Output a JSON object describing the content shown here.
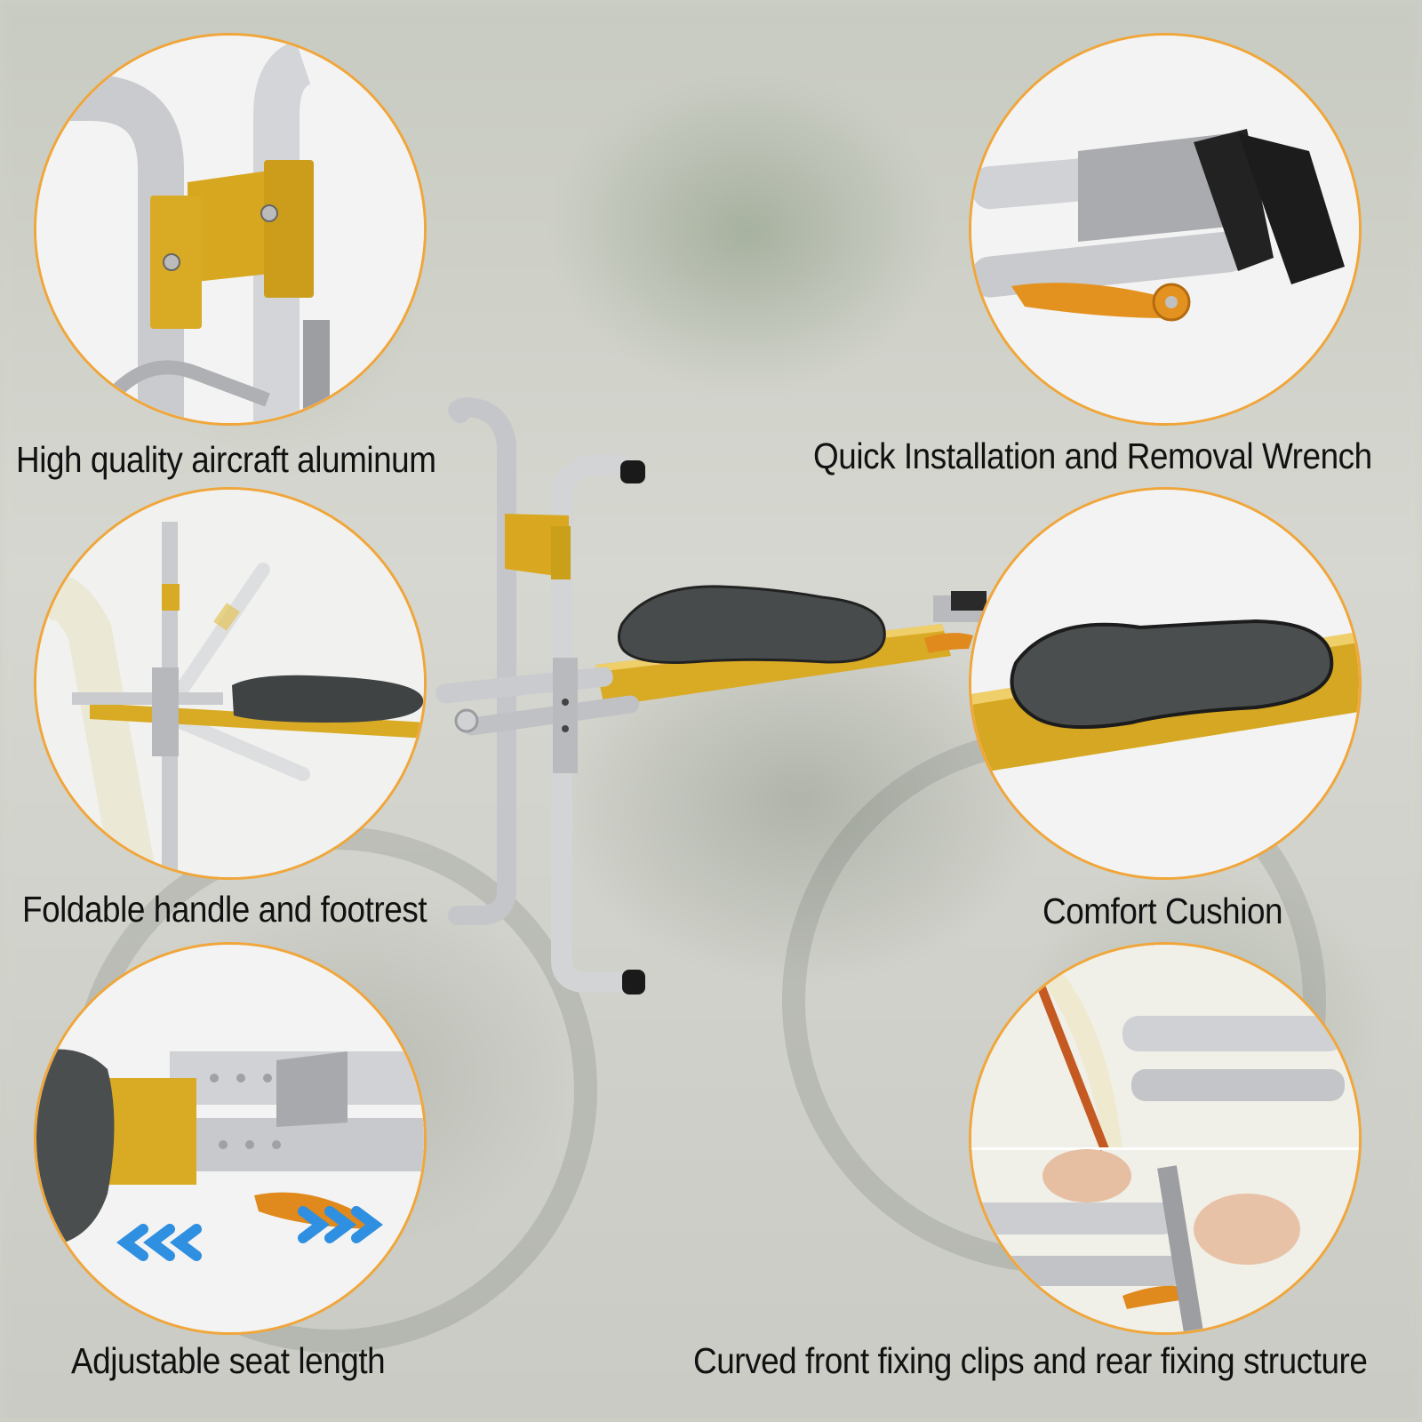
{
  "features": [
    {
      "id": "aluminum",
      "caption": "High quality aircraft aluminum",
      "icon": "aluminum-frame-closeup"
    },
    {
      "id": "wrench",
      "caption": "Quick Installation and Removal Wrench",
      "icon": "quick-release-wrench-closeup"
    },
    {
      "id": "foldable",
      "caption": "Foldable handle and footrest",
      "icon": "folding-handle-closeup"
    },
    {
      "id": "cushion",
      "caption": "Comfort Cushion",
      "icon": "seat-cushion-closeup"
    },
    {
      "id": "length",
      "caption": "Adjustable seat length",
      "icon": "adjustable-rail-closeup"
    },
    {
      "id": "clips",
      "caption": "Curved front fixing clips and rear fixing structure",
      "icon": "fixing-clips-closeup"
    }
  ],
  "colors": {
    "ring": "#f0a63a",
    "gold": "#d9a820",
    "aluminum": "#c7c9cc",
    "cushion": "#4a4e4f",
    "lever": "#e0891c",
    "arrow_blue": "#2f8fe0"
  }
}
